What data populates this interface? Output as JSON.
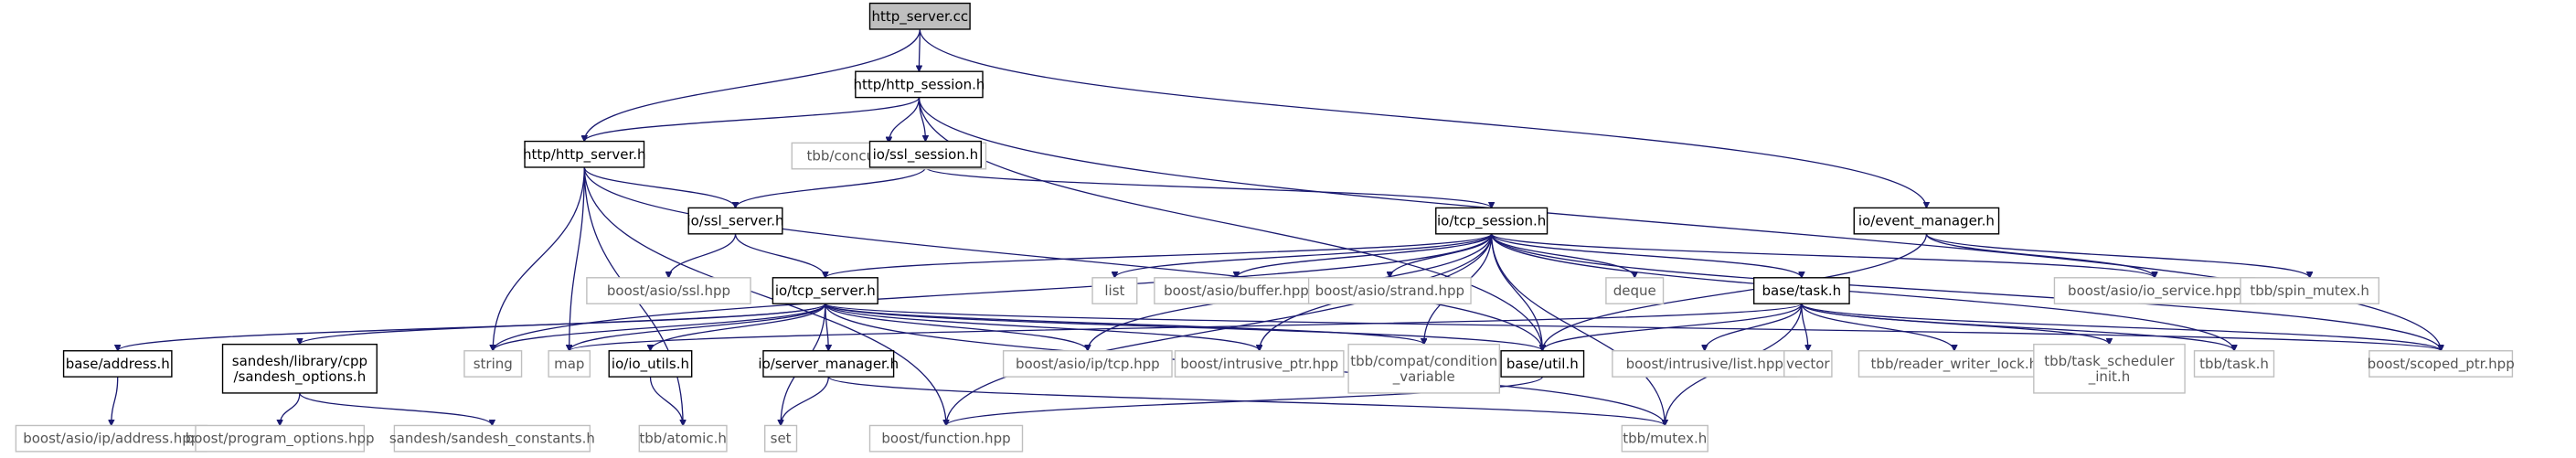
{
  "diagram": {
    "colors": {
      "edge": "#191970",
      "root_fill": "#bfbfbf",
      "root_stroke": "#000000",
      "internal_stroke": "#000000",
      "external_stroke": "#bfbfbf",
      "text": "#000000",
      "external_text": "#555555"
    },
    "nodes": [
      {
        "id": "root",
        "label": "http_server.cc",
        "kind": "root"
      },
      {
        "id": "http_session_h",
        "label": "http/http_session.h",
        "kind": "internal"
      },
      {
        "id": "concurrent_queue",
        "label": "tbb/concurrent_queue.h",
        "kind": "external"
      },
      {
        "id": "http_server_h",
        "label": "http/http_server.h",
        "kind": "internal"
      },
      {
        "id": "io_ssl_session_h",
        "label": "io/ssl_session.h",
        "kind": "internal"
      },
      {
        "id": "io_ssl_server_h",
        "label": "io/ssl_server.h",
        "kind": "internal"
      },
      {
        "id": "io_tcp_session_h",
        "label": "io/tcp_session.h",
        "kind": "internal"
      },
      {
        "id": "io_event_manager_h",
        "label": "io/event_manager.h",
        "kind": "internal"
      },
      {
        "id": "asio_ssl",
        "label": "boost/asio/ssl.hpp",
        "kind": "external"
      },
      {
        "id": "io_tcp_server_h",
        "label": "io/tcp_server.h",
        "kind": "internal"
      },
      {
        "id": "list",
        "label": "list",
        "kind": "external"
      },
      {
        "id": "asio_buffer",
        "label": "boost/asio/buffer.hpp",
        "kind": "external"
      },
      {
        "id": "asio_strand",
        "label": "boost/asio/strand.hpp",
        "kind": "external"
      },
      {
        "id": "deque",
        "label": "deque",
        "kind": "external"
      },
      {
        "id": "base_task_h",
        "label": "base/task.h",
        "kind": "internal"
      },
      {
        "id": "asio_io_service",
        "label": "boost/asio/io_service.hpp",
        "kind": "external"
      },
      {
        "id": "spin_mutex",
        "label": "tbb/spin_mutex.h",
        "kind": "external"
      },
      {
        "id": "base_address_h",
        "label": "base/address.h",
        "kind": "internal"
      },
      {
        "id": "sandesh_options_h",
        "label": [
          "sandesh/library/cpp",
          "/sandesh_options.h"
        ],
        "kind": "internal"
      },
      {
        "id": "string",
        "label": "string",
        "kind": "external"
      },
      {
        "id": "map",
        "label": "map",
        "kind": "external"
      },
      {
        "id": "io_io_utils_h",
        "label": "io/io_utils.h",
        "kind": "internal"
      },
      {
        "id": "io_server_manager_h",
        "label": "io/server_manager.h",
        "kind": "internal"
      },
      {
        "id": "asio_ip_tcp",
        "label": "boost/asio/ip/tcp.hpp",
        "kind": "external"
      },
      {
        "id": "intrusive_ptr",
        "label": "boost/intrusive_ptr.hpp",
        "kind": "external"
      },
      {
        "id": "condition_variable",
        "label": [
          "tbb/compat/condition",
          "_variable"
        ],
        "kind": "external"
      },
      {
        "id": "base_util_h",
        "label": "base/util.h",
        "kind": "internal"
      },
      {
        "id": "intrusive_list",
        "label": "boost/intrusive/list.hpp",
        "kind": "external"
      },
      {
        "id": "vector",
        "label": "vector",
        "kind": "external"
      },
      {
        "id": "reader_writer_lock",
        "label": "tbb/reader_writer_lock.h",
        "kind": "external"
      },
      {
        "id": "task_scheduler_init",
        "label": [
          "tbb/task_scheduler",
          "_init.h"
        ],
        "kind": "external"
      },
      {
        "id": "tbb_task_h",
        "label": "tbb/task.h",
        "kind": "external"
      },
      {
        "id": "scoped_ptr",
        "label": "boost/scoped_ptr.hpp",
        "kind": "external"
      },
      {
        "id": "asio_ip_address",
        "label": "boost/asio/ip/address.hpp",
        "kind": "external"
      },
      {
        "id": "program_options",
        "label": "boost/program_options.hpp",
        "kind": "external"
      },
      {
        "id": "sandesh_constants",
        "label": "sandesh/sandesh_constants.h",
        "kind": "external"
      },
      {
        "id": "tbb_atomic",
        "label": "tbb/atomic.h",
        "kind": "external"
      },
      {
        "id": "set",
        "label": "set",
        "kind": "external"
      },
      {
        "id": "boost_function",
        "label": "boost/function.hpp",
        "kind": "external"
      },
      {
        "id": "tbb_mutex",
        "label": "tbb/mutex.h",
        "kind": "external"
      }
    ],
    "edges": [
      [
        "root",
        "http_session_h"
      ],
      [
        "root",
        "http_server_h"
      ],
      [
        "root",
        "io_event_manager_h"
      ],
      [
        "http_session_h",
        "concurrent_queue"
      ],
      [
        "http_session_h",
        "io_ssl_session_h"
      ],
      [
        "http_session_h",
        "http_server_h"
      ],
      [
        "http_session_h",
        "base_util_h"
      ],
      [
        "http_session_h",
        "scoped_ptr"
      ],
      [
        "http_server_h",
        "io_ssl_server_h"
      ],
      [
        "http_server_h",
        "string"
      ],
      [
        "http_server_h",
        "map"
      ],
      [
        "http_server_h",
        "tbb_atomic"
      ],
      [
        "http_server_h",
        "boost_function"
      ],
      [
        "http_server_h",
        "base_util_h"
      ],
      [
        "io_ssl_session_h",
        "io_ssl_server_h"
      ],
      [
        "io_ssl_session_h",
        "io_tcp_session_h"
      ],
      [
        "io_ssl_server_h",
        "asio_ssl"
      ],
      [
        "io_ssl_server_h",
        "io_tcp_server_h"
      ],
      [
        "io_tcp_session_h",
        "io_tcp_server_h"
      ],
      [
        "io_tcp_session_h",
        "list"
      ],
      [
        "io_tcp_session_h",
        "asio_buffer"
      ],
      [
        "io_tcp_session_h",
        "asio_strand"
      ],
      [
        "io_tcp_session_h",
        "deque"
      ],
      [
        "io_tcp_session_h",
        "base_task_h"
      ],
      [
        "io_tcp_session_h",
        "asio_io_service"
      ],
      [
        "io_tcp_session_h",
        "string"
      ],
      [
        "io_tcp_session_h",
        "boost_function"
      ],
      [
        "io_tcp_session_h",
        "asio_ip_tcp"
      ],
      [
        "io_tcp_session_h",
        "intrusive_ptr"
      ],
      [
        "io_tcp_session_h",
        "condition_variable"
      ],
      [
        "io_tcp_session_h",
        "base_util_h"
      ],
      [
        "io_tcp_session_h",
        "tbb_task_h"
      ],
      [
        "io_tcp_session_h",
        "scoped_ptr"
      ],
      [
        "io_tcp_session_h",
        "tbb_mutex"
      ],
      [
        "io_event_manager_h",
        "asio_io_service"
      ],
      [
        "io_event_manager_h",
        "spin_mutex"
      ],
      [
        "io_event_manager_h",
        "base_util_h"
      ],
      [
        "io_tcp_server_h",
        "base_address_h"
      ],
      [
        "io_tcp_server_h",
        "sandesh_options_h"
      ],
      [
        "io_tcp_server_h",
        "string"
      ],
      [
        "io_tcp_server_h",
        "map"
      ],
      [
        "io_tcp_server_h",
        "io_io_utils_h"
      ],
      [
        "io_tcp_server_h",
        "io_server_manager_h"
      ],
      [
        "io_tcp_server_h",
        "set"
      ],
      [
        "io_tcp_server_h",
        "asio_ip_tcp"
      ],
      [
        "io_tcp_server_h",
        "intrusive_ptr"
      ],
      [
        "io_tcp_server_h",
        "condition_variable"
      ],
      [
        "io_tcp_server_h",
        "base_util_h"
      ],
      [
        "io_tcp_server_h",
        "tbb_mutex"
      ],
      [
        "io_tcp_server_h",
        "scoped_ptr"
      ],
      [
        "base_task_h",
        "map"
      ],
      [
        "base_task_h",
        "base_util_h"
      ],
      [
        "base_task_h",
        "intrusive_list"
      ],
      [
        "base_task_h",
        "vector"
      ],
      [
        "base_task_h",
        "reader_writer_lock"
      ],
      [
        "base_task_h",
        "task_scheduler_init"
      ],
      [
        "base_task_h",
        "tbb_task_h"
      ],
      [
        "base_task_h",
        "scoped_ptr"
      ],
      [
        "base_task_h",
        "tbb_mutex"
      ],
      [
        "base_address_h",
        "asio_ip_address"
      ],
      [
        "sandesh_options_h",
        "program_options"
      ],
      [
        "sandesh_options_h",
        "sandesh_constants"
      ],
      [
        "io_io_utils_h",
        "tbb_atomic"
      ],
      [
        "io_server_manager_h",
        "set"
      ],
      [
        "io_server_manager_h",
        "tbb_mutex"
      ],
      [
        "base_util_h",
        "boost_function"
      ]
    ]
  }
}
